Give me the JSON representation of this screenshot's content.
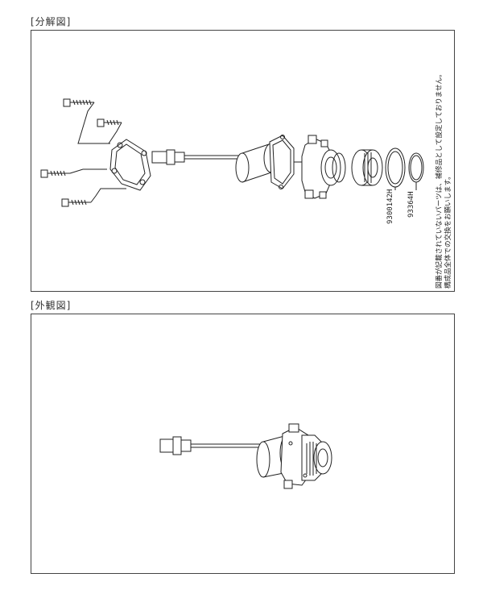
{
  "exploded_view": {
    "title": "[分解図]",
    "part_numbers": [
      "9300142H",
      "93364H"
    ],
    "note_lines": [
      "図番が記載されていないパーツは、補修品として設定しておりません。",
      "構成品全体での交換をお願いします。"
    ]
  },
  "exterior_view": {
    "title": "[外観図]"
  }
}
